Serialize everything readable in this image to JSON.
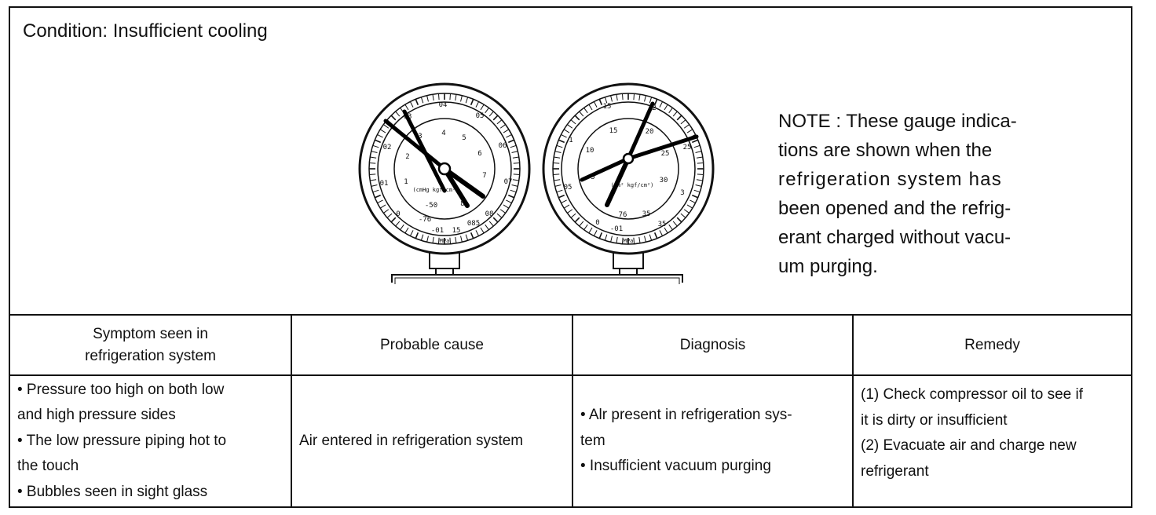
{
  "condition": "Condition: Insufficient cooling",
  "note": {
    "lines": [
      "NOTE : These gauge indica-",
      "tions are shown when the",
      "refrigeration system has",
      "been opened and the refrig-",
      "erant charged without vacu-",
      "um purging."
    ]
  },
  "gauges": {
    "low": {
      "outer_ticks": [
        "04",
        "05",
        "06",
        "07",
        "08",
        "085",
        "0",
        "01",
        "02",
        "03"
      ],
      "inner_ticks": [
        "4",
        "5",
        "6",
        "7",
        "8",
        "-76",
        "-50",
        "1",
        "2",
        "3"
      ],
      "bottom_ticks": [
        "-01",
        "15"
      ],
      "unit_inner": "(cmHg kgf/cm²)",
      "unit_outer": "MPa"
    },
    "high": {
      "outer_ticks": [
        "15",
        "2",
        "25",
        "3",
        "35",
        "0",
        "-01",
        "05",
        "1"
      ],
      "inner_ticks": [
        "15",
        "20",
        "25",
        "30",
        "35",
        "76",
        "10",
        "5"
      ],
      "unit_inner": "(cm² kgf/cm²)",
      "unit_outer": "MPa"
    }
  },
  "table": {
    "headers": [
      [
        "Symptom seen in",
        "refrigeration system"
      ],
      [
        "Probable cause"
      ],
      [
        "Diagnosis"
      ],
      [
        "Remedy"
      ]
    ],
    "row": {
      "symptom": [
        "• Pressure too high on both low",
        "and high pressure sides",
        "• The low pressure piping hot to",
        "the touch",
        "• Bubbles seen in sight glass"
      ],
      "cause": [
        "Air entered in refrigeration system"
      ],
      "diagnosis": [
        "• Alr present in refrigeration sys-",
        "tem",
        "• Insufficient vacuum purging"
      ],
      "remedy": [
        "(1) Check compressor oil to see  if",
        "it is dirty or insufficient",
        "(2) Evacuate air and charge new",
        "refrigerant"
      ]
    }
  }
}
